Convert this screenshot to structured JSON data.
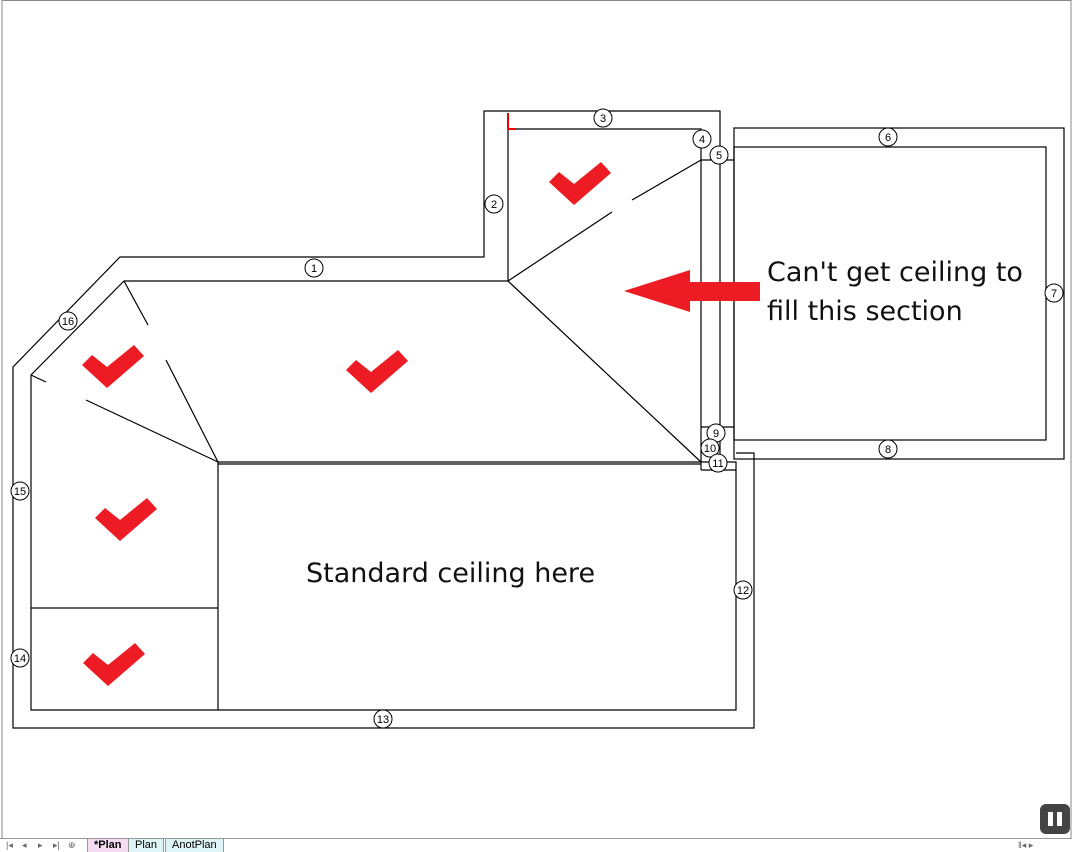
{
  "annotations": {
    "arrow_note": "Can't get ceiling to fill this section",
    "standard_note": "Standard ceiling here"
  },
  "wall_labels": [
    "1",
    "2",
    "3",
    "4",
    "5",
    "6",
    "7",
    "8",
    "9",
    "10",
    "11",
    "12",
    "13",
    "14",
    "15",
    "16"
  ],
  "tabs": [
    {
      "label": "*Plan",
      "active": true
    },
    {
      "label": "Plan"
    },
    {
      "label": "AnotPlan"
    }
  ],
  "colors": {
    "mark": "#ed1c24",
    "line": "#000000"
  }
}
